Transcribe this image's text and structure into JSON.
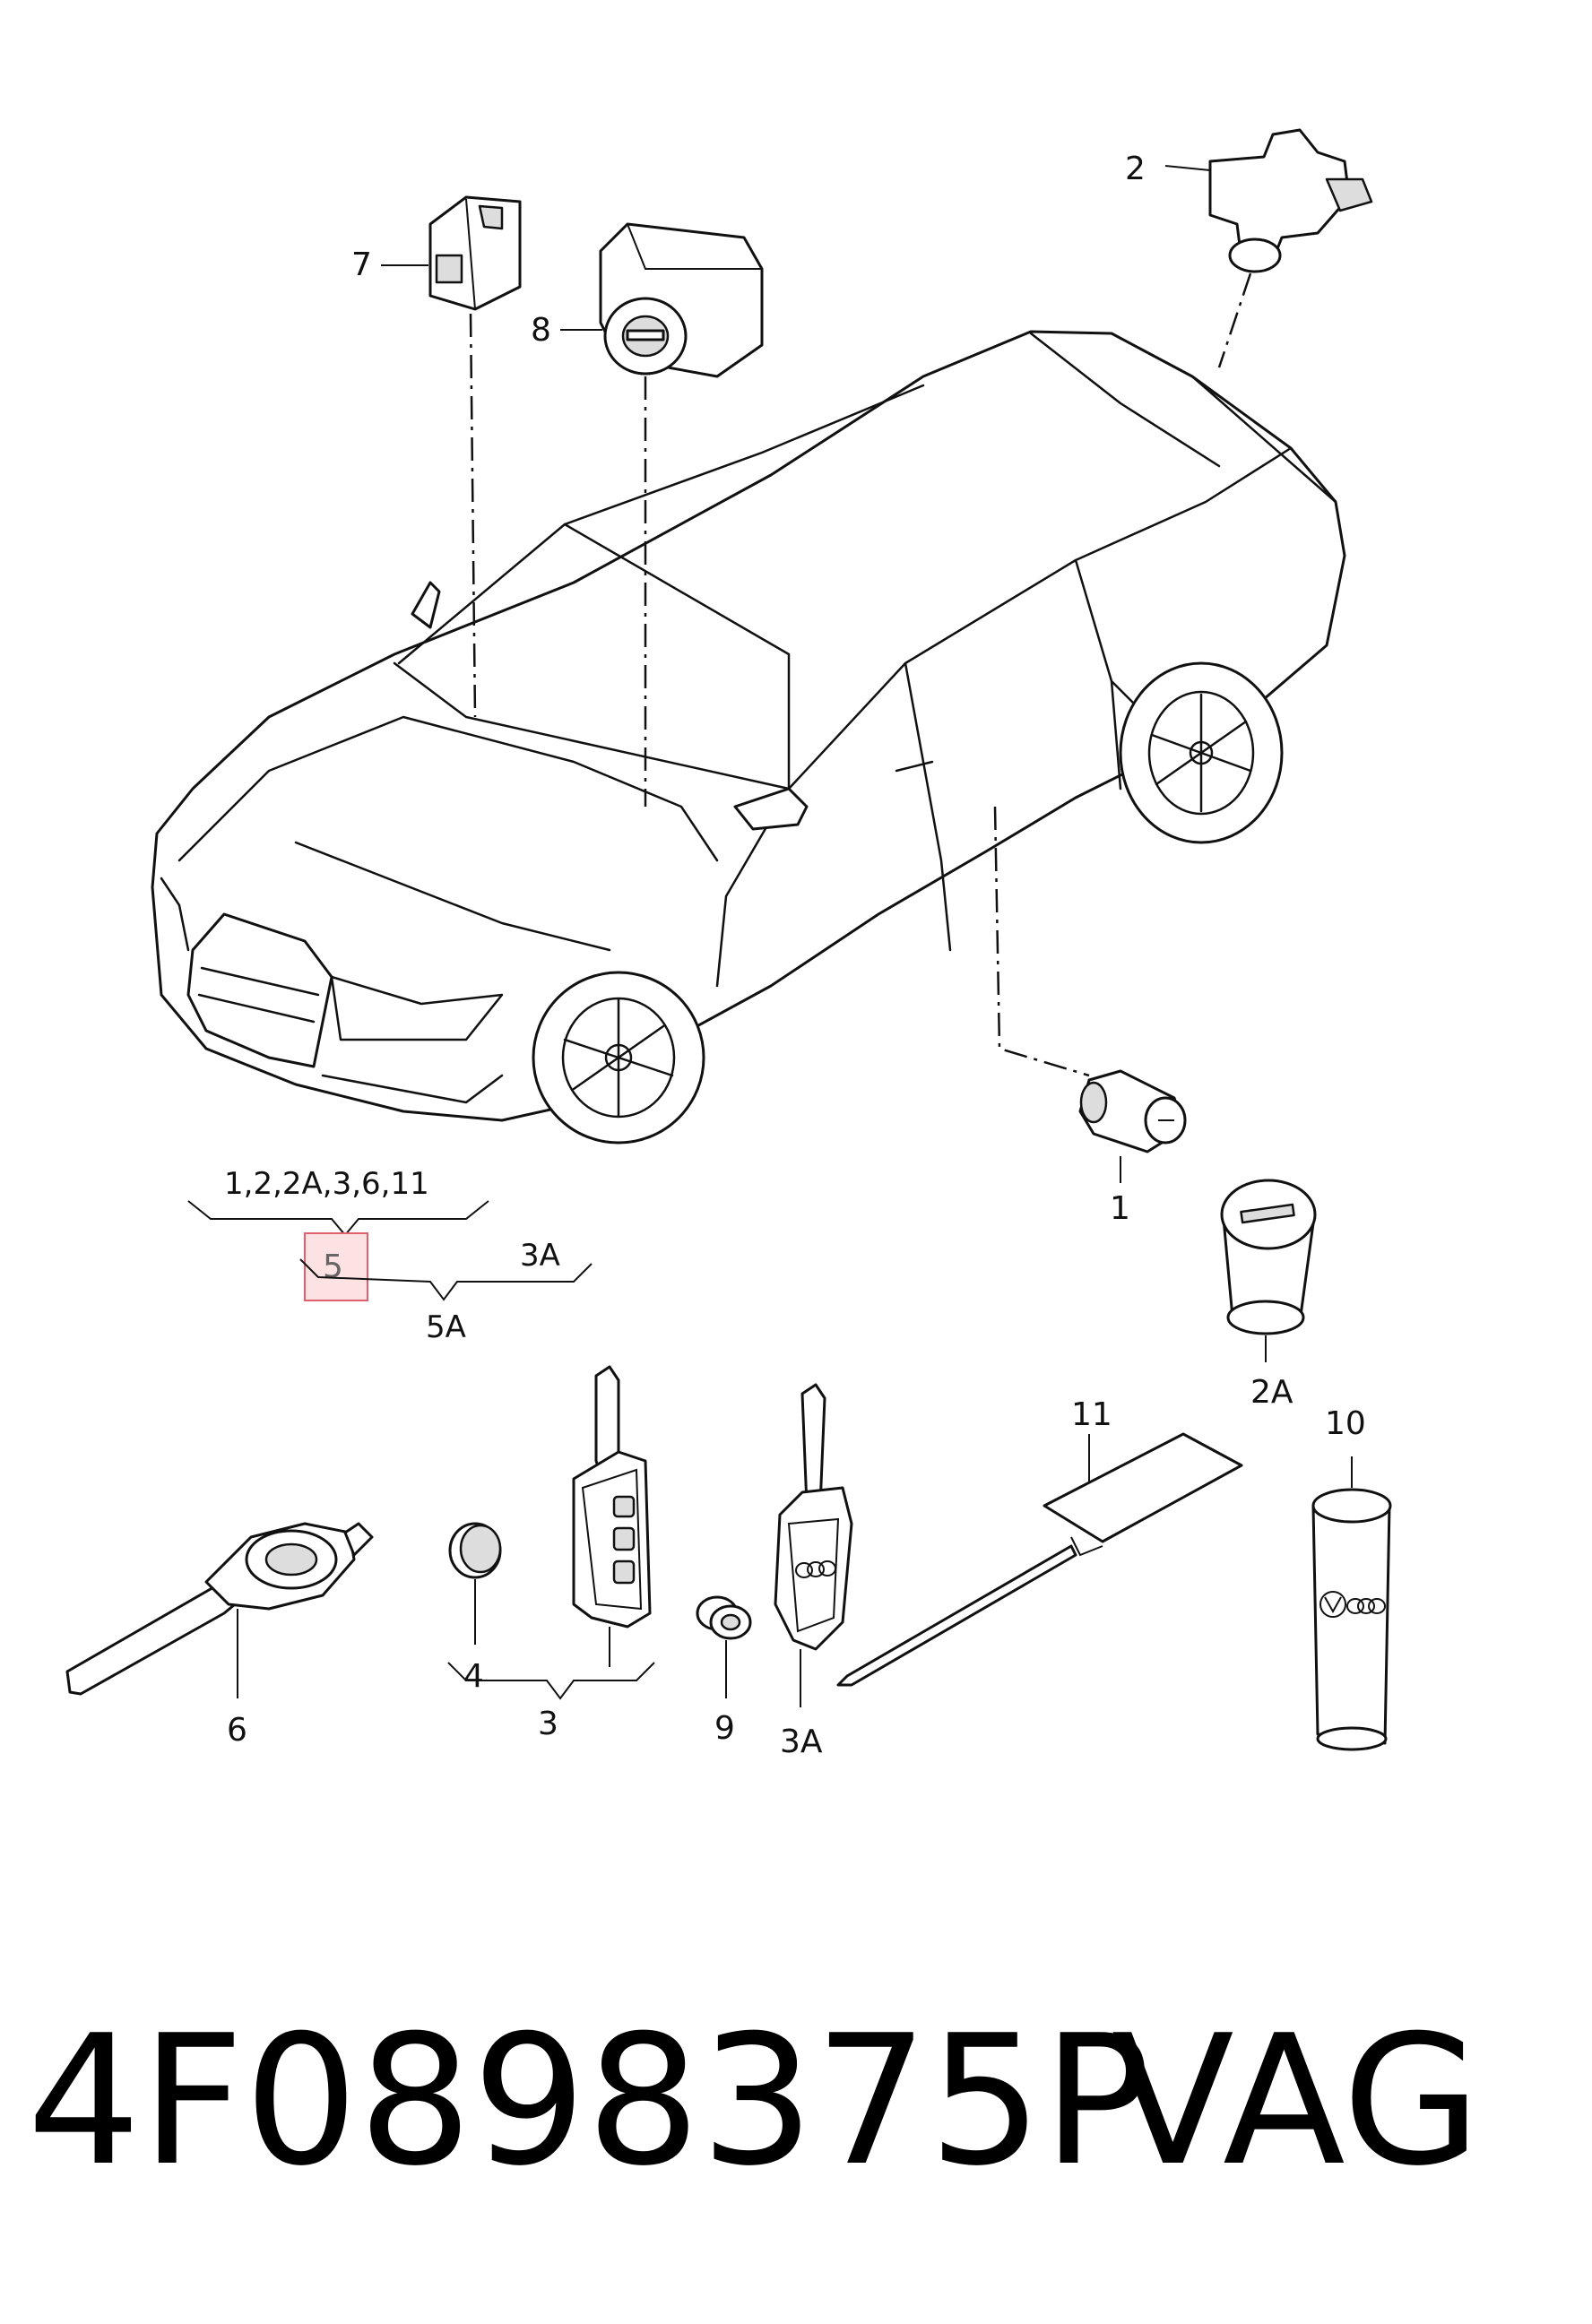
{
  "callouts": {
    "c1": "1",
    "c2": "2",
    "c2A": "2A",
    "c3": "3",
    "c3A": "3A",
    "c4": "4",
    "c6": "6",
    "c7": "7",
    "c8": "8",
    "c9": "9",
    "c10": "10",
    "c11": "11"
  },
  "groups": {
    "set_top": "1,2,2A,3,6,11",
    "set_highlight": "5",
    "set_3A": "3A",
    "set_5A": "5A"
  },
  "footer": {
    "part_number": "4F0898375P",
    "brand": "VAG"
  },
  "colors": {
    "line": "#111111",
    "highlight_fill": "#fde2e4",
    "highlight_border": "#e0606e"
  }
}
